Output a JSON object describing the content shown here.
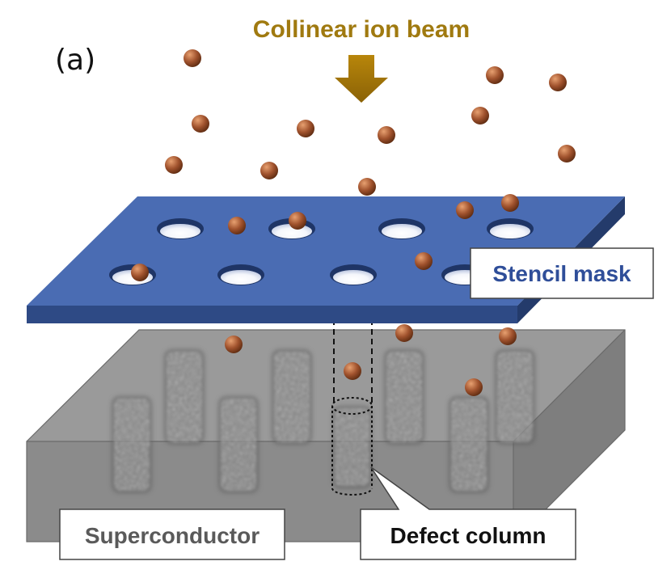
{
  "panel_label": "(a)",
  "beam_label": "Collinear ion beam",
  "mask_label": "Stencil mask",
  "substrate_label": "Superconductor",
  "defect_label": "Defect column",
  "colors": {
    "beam_text": "#A07A10",
    "mask_top": "#4A6CB3",
    "mask_side": "#2E4A85",
    "mask_label_text": "#2F4E99",
    "ion": "#A0522D",
    "substrate_label_text": "#5A5A5A",
    "defect_label_text": "#111111"
  }
}
